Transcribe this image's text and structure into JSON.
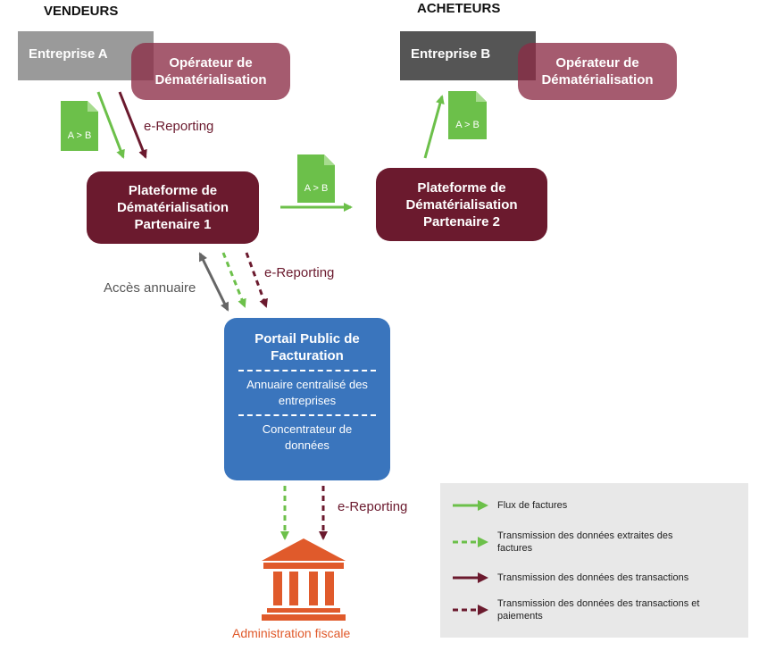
{
  "headings": {
    "sellers": "VENDEURS",
    "buyers": "ACHETEURS"
  },
  "sellers": {
    "company": "Entreprise A",
    "operator_line1": "Opérateur de",
    "operator_line2": "Dématérialisation"
  },
  "buyers": {
    "company": "Entreprise B",
    "operator_line1": "Opérateur de",
    "operator_line2": "Dématérialisation"
  },
  "platform1": {
    "line1": "Plateforme de",
    "line2": "Dématérialisation",
    "line3": "Partenaire 1"
  },
  "platform2": {
    "line1": "Plateforme de",
    "line2": "Dématérialisation",
    "line3": "Partenaire 2"
  },
  "invoice_doc_label": "A > B",
  "edge_labels": {
    "ereporting_top": "e-Reporting",
    "ereporting_mid": "e-Reporting",
    "ereporting_bottom": "e-Reporting",
    "directory_access": "Accès annuaire"
  },
  "portal": {
    "title_line1": "Portail Public de",
    "title_line2": "Facturation",
    "section1_line1": "Annuaire centralisé des",
    "section1_line2": "entreprises",
    "section2_line1": "Concentrateur de",
    "section2_line2": "données"
  },
  "tax_admin": {
    "label": "Administration fiscale",
    "icon": "government-building-icon"
  },
  "legend": {
    "items": [
      {
        "label_line1": "Flux de factures",
        "label_line2": "",
        "style": "solid",
        "color": "#6cc04a"
      },
      {
        "label_line1": "Transmission des données extraites des",
        "label_line2": "factures",
        "style": "dashed",
        "color": "#6cc04a"
      },
      {
        "label_line1": "Transmission des données des transactions",
        "label_line2": "",
        "style": "solid",
        "color": "#6b1a2e"
      },
      {
        "label_line1": "Transmission des données des transactions et",
        "label_line2": "paiements",
        "style": "dashed",
        "color": "#6b1a2e"
      }
    ]
  },
  "colors": {
    "green": "#6cc04a",
    "maroon": "#6b1a2e",
    "operator": "#9c4a5c",
    "company_a": "#9a9a9a",
    "company_b": "#555555",
    "portal": "#3a75bd",
    "admin": "#e05a2b",
    "gray_arrow": "#666666",
    "legend_bg": "#e8e8e8"
  }
}
